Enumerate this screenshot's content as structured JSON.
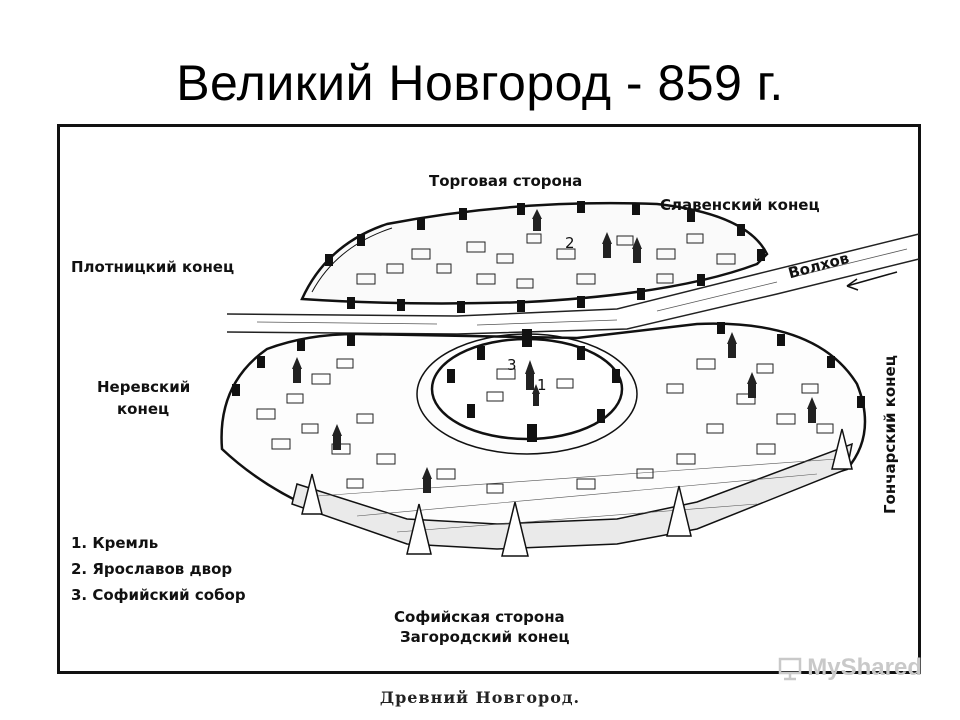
{
  "slide": {
    "title": "Великий Новгород - 859 г."
  },
  "map": {
    "labels": {
      "torgovaya": "Торговая сторона",
      "slavensky": "Славенский конец",
      "plotnitsky": "Плотницкий конец",
      "volkhov": "Волхов",
      "nerevsky_1": "Неревский",
      "nerevsky_2": "конец",
      "goncharsky": "Гончарский конец",
      "sofiyskaya": "Софийская сторона",
      "zagorodsky": "Загородский конец"
    },
    "markers": {
      "m1": "1",
      "m2": "2",
      "m3": "3"
    },
    "legend": [
      "1. Кремль",
      "2. Ярославов двор",
      "3. Софийский собор"
    ],
    "caption": "Древний Новгород."
  },
  "watermark": {
    "text": "MyShared"
  },
  "colors": {
    "ink": "#111111",
    "water": "#ffffff",
    "background": "#ffffff"
  }
}
